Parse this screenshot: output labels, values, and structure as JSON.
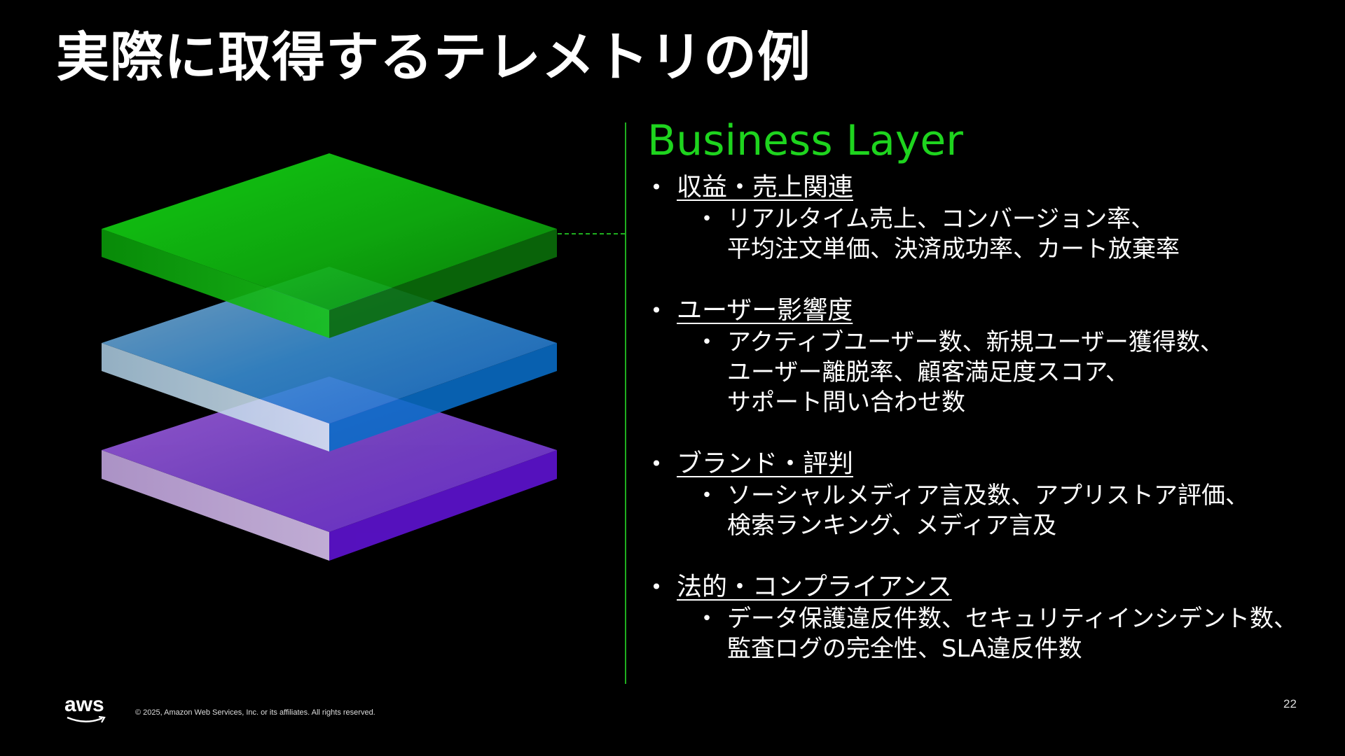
{
  "slide": {
    "title": "実際に取得するテレメトリの例",
    "layer_title": "Business Layer",
    "sections": [
      {
        "heading": "収益・売上関連",
        "lines": [
          "リアルタイム売上、コンバージョン率、",
          "平均注文単価、決済成功率、カート放棄率"
        ]
      },
      {
        "heading": "ユーザー影響度",
        "lines": [
          "アクティブユーザー数、新規ユーザー獲得数、",
          "ユーザー離脱率、顧客満足度スコア、",
          "サポート問い合わせ数"
        ]
      },
      {
        "heading": "ブランド・評判",
        "lines": [
          "ソーシャルメディア言及数、アプリストア評価、",
          "検索ランキング、メディア言及"
        ]
      },
      {
        "heading": "法的・コンプライアンス",
        "lines": [
          "データ保護違反件数、セキュリティインシデント数、",
          "監査ログの完全性、SLA違反件数"
        ]
      }
    ],
    "bullet_glyph": "•"
  },
  "layer_stack": {
    "icon": "stacked-layers-icon",
    "colors": {
      "top_layer": "#12c512",
      "middle_layer": "#4a9be0",
      "bottom_layer": "#8a4fd8",
      "accent_green": "#1ed41e"
    }
  },
  "footer": {
    "logo_text": "aws",
    "copyright": "© 2025, Amazon Web Services, Inc. or its affiliates. All rights reserved.",
    "page_number": "22"
  }
}
